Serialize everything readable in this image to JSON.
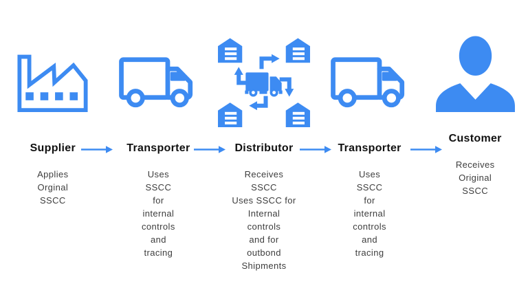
{
  "stages": [
    {
      "label": "Supplier",
      "icon": "factory-icon",
      "description": "Applies\nOrginal\nSSCC"
    },
    {
      "label": "Transporter",
      "icon": "truck-icon",
      "description": "Uses\nSSCC\nfor\ninternal\ncontrols\nand\ntracing"
    },
    {
      "label": "Distributor",
      "icon": "distribution-network-icon",
      "description": "Receives\nSSCC\nUses SSCC for\nInternal\ncontrols\nand for\noutbond\nShipments"
    },
    {
      "label": "Transporter",
      "icon": "truck-icon",
      "description": "Uses\nSSCC\nfor\ninternal\ncontrols\nand\ntracing"
    },
    {
      "label": "Customer",
      "icon": "person-icon",
      "description": "Receives\nOriginal\nSSCC"
    }
  ],
  "flow_arrows": {
    "count": 4,
    "direction": "right"
  },
  "colors": {
    "accent_blue": "#3d8bf2",
    "heading_text": "#111111",
    "body_text": "#3d3d3d",
    "background": "#ffffff"
  }
}
